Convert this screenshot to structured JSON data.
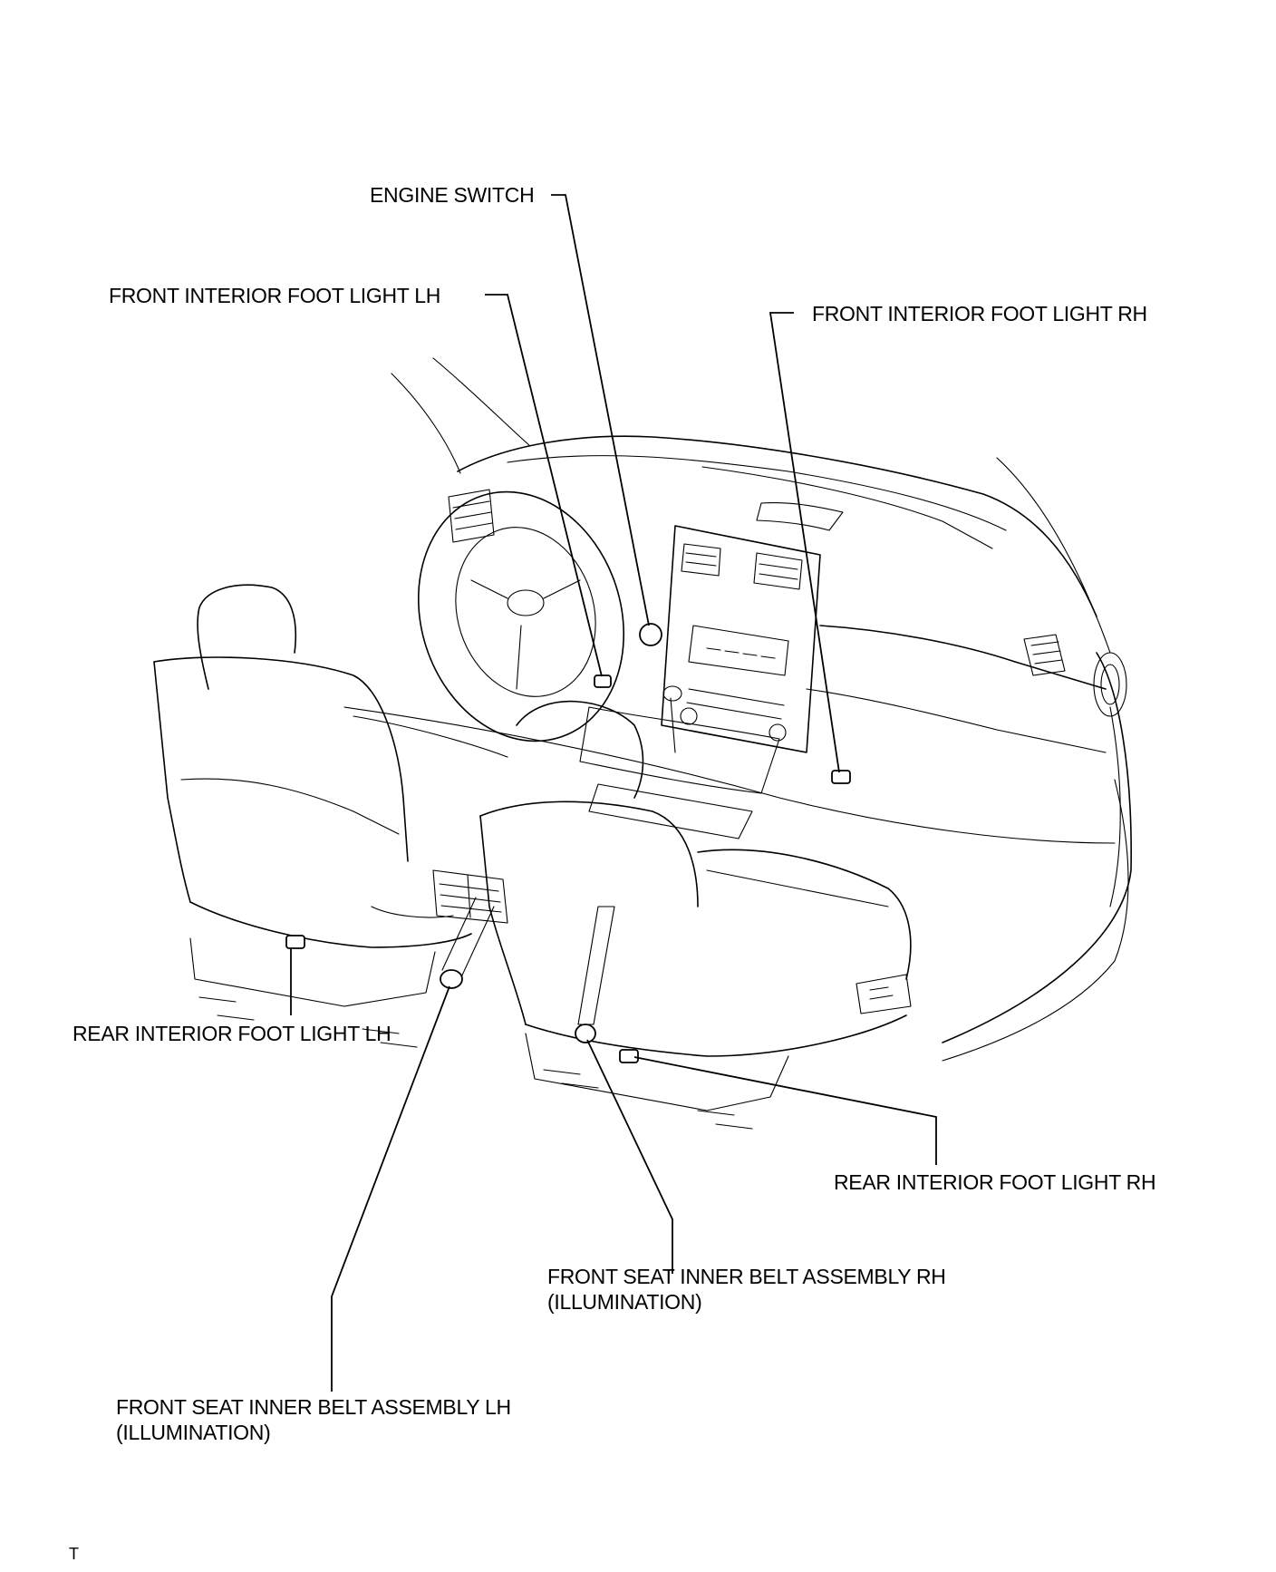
{
  "labels": {
    "engine_switch": "ENGINE SWITCH",
    "front_foot_lh": "FRONT INTERIOR FOOT LIGHT LH",
    "front_foot_rh": "FRONT INTERIOR FOOT LIGHT RH",
    "rear_foot_lh": "REAR INTERIOR FOOT LIGHT LH",
    "rear_foot_rh": "REAR INTERIOR FOOT LIGHT RH",
    "belt_rh_line1": "FRONT SEAT INNER BELT ASSEMBLY RH",
    "belt_rh_line2": "(ILLUMINATION)",
    "belt_lh_line1": "FRONT SEAT INNER BELT ASSEMBLY LH",
    "belt_lh_line2": "(ILLUMINATION)"
  },
  "corner_mark": "T"
}
